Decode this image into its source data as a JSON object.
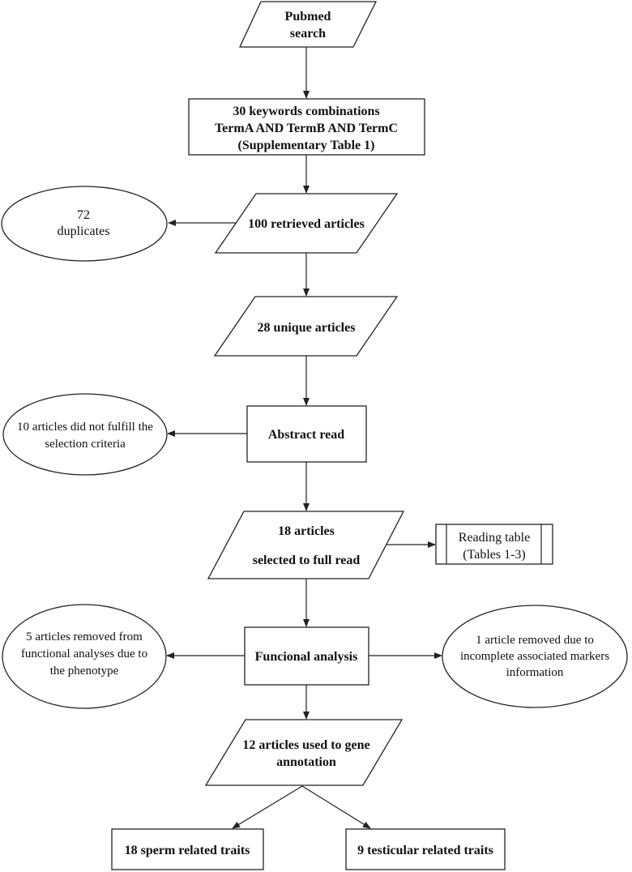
{
  "nodes": {
    "pubmed": {
      "lines": [
        "Pubmed",
        "search"
      ]
    },
    "keywords": {
      "lines": [
        "30 keywords combinations",
        "TermA AND TermB AND TermC",
        "(Supplementary Table 1)"
      ]
    },
    "retrieved": {
      "lines": [
        "100 retrieved articles"
      ]
    },
    "duplicates": {
      "lines": [
        "72",
        "duplicates"
      ]
    },
    "unique": {
      "lines": [
        "28 unique articles"
      ]
    },
    "abstract": {
      "lines": [
        "Abstract read"
      ]
    },
    "not_fulfill": {
      "lines": [
        "10 articles did not fulfill the",
        "selection criteria"
      ]
    },
    "full_read": {
      "lines": [
        "18 articles",
        "selected to full read"
      ]
    },
    "reading_table": {
      "lines": [
        "Reading table",
        "(Tables 1-3)"
      ]
    },
    "functional": {
      "lines": [
        "Funcional analysis"
      ]
    },
    "removed_phenotype": {
      "lines": [
        "5 articles removed from",
        "functional analyses due to",
        "the phenotype"
      ]
    },
    "removed_markers": {
      "lines": [
        "1 article removed due to",
        "incomplete associated markers",
        "information"
      ]
    },
    "annotation": {
      "lines": [
        "12 articles used to gene",
        "annotation"
      ]
    },
    "sperm": {
      "lines": [
        "18 sperm related traits"
      ]
    },
    "testicular": {
      "lines": [
        "9 testicular related traits"
      ]
    }
  }
}
